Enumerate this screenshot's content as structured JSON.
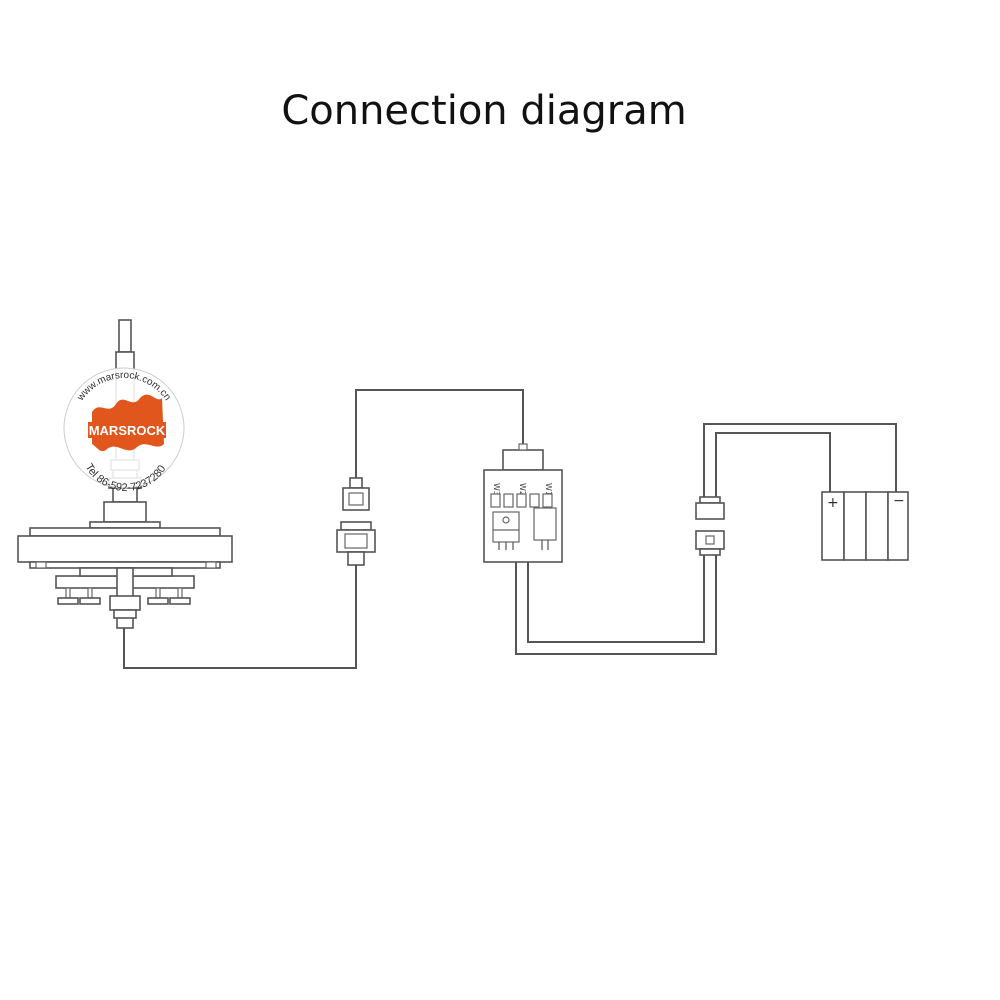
{
  "title": "Connection diagram",
  "watermark": {
    "url": "www.marsrock.com.cn",
    "brand": "MARSROCK",
    "tel": "Tel 86-592-7237280",
    "accent_color": "#e0561c"
  },
  "controller": {
    "pins": [
      "W3",
      "W2",
      "W1"
    ]
  },
  "battery": {
    "positive": "+",
    "negative": "−"
  },
  "colors": {
    "line": "#555555"
  }
}
